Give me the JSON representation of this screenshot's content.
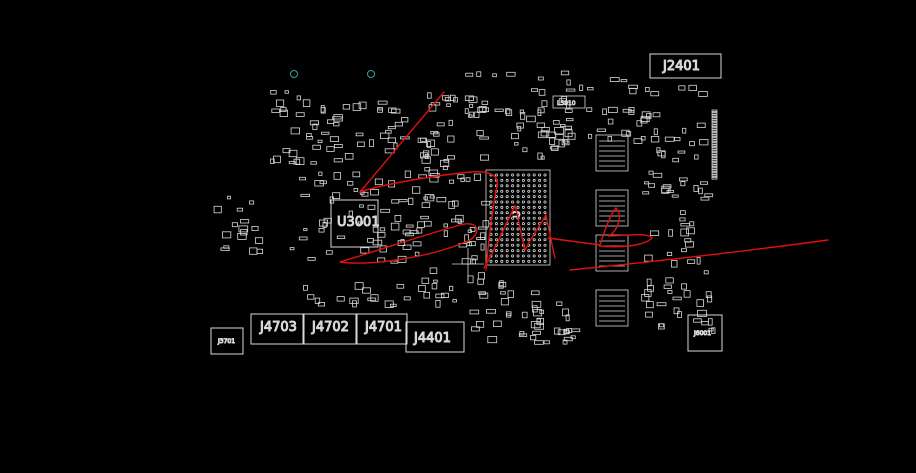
{
  "components": {
    "u3001": "U3001",
    "j2401": "J2401",
    "j4703": "J4703",
    "j4702": "J4702",
    "j4701": "J4701",
    "j4401": "J4401",
    "j3701": "J3701",
    "j6001": "J6001",
    "l5810": "L5810",
    "bga_label": "U"
  },
  "colors": {
    "background": "#000000",
    "outline": "#d9d9d9",
    "annotation": "#e01010",
    "marker": "#2aa6a6"
  },
  "icons": {
    "fiducial": "fiducial-ring",
    "crosshair": "crosshair-cursor"
  }
}
